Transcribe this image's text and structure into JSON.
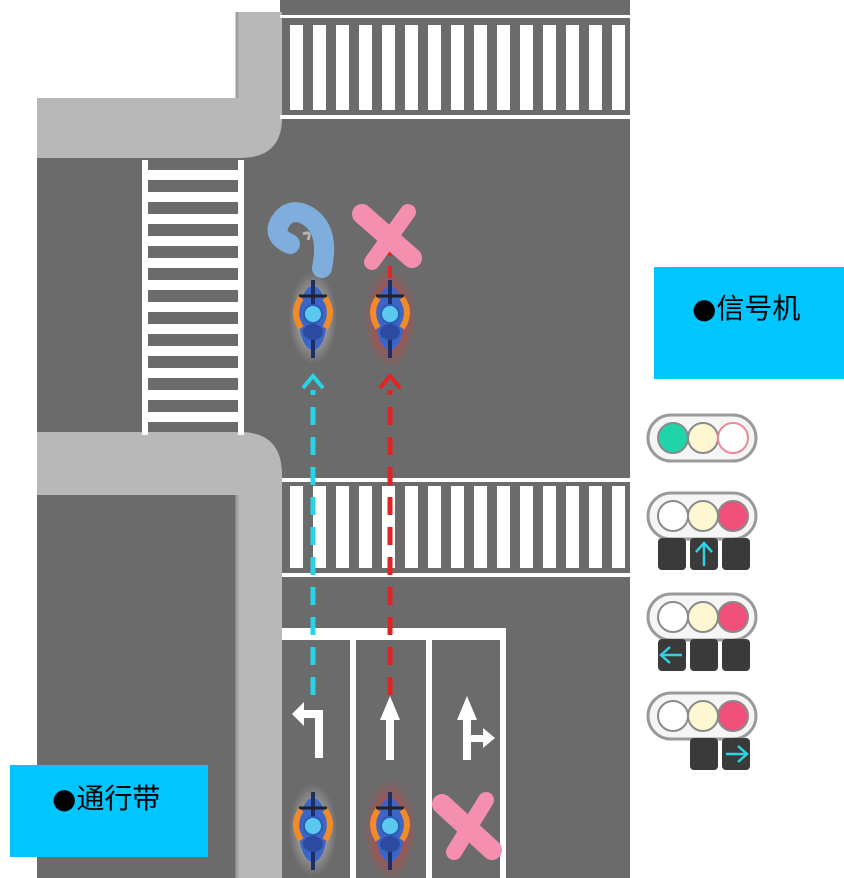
{
  "labels": {
    "signal": "●信号机",
    "band": "●通行带"
  },
  "colors": {
    "road": "#6b6b6b",
    "sidewalk": "#b8b8b8",
    "sidewalk_edge": "#9a9a9a",
    "marking": "#ffffff",
    "label_bg": "#00c6ff",
    "path_allowed": "#27d3e6",
    "path_forbidden": "#e02424",
    "turn_ok": "#7faedd",
    "no_go": "#f58fb0",
    "light_green": "#1fd4a8",
    "light_yellow": "#fff7d2",
    "light_red": "#f0507a",
    "light_off": "#ffffff",
    "arrow_panel": "#3a3a3a",
    "arrow_lit": "#2fd3e0"
  },
  "icons": {
    "bicycle": "bicycle-icon",
    "turn_ok": "u-turn-arrow-icon",
    "no_go": "x-mark-icon",
    "lane_left": "left-turn-arrow-icon",
    "lane_straight": "straight-arrow-icon",
    "lane_straight_right": "straight-right-arrow-icon"
  },
  "signals": [
    {
      "lamps": [
        "green",
        "yellow-off",
        "red-off"
      ],
      "arrows": []
    },
    {
      "lamps": [
        "off",
        "yellow-off",
        "red"
      ],
      "arrows": [
        "none",
        "up",
        "none"
      ]
    },
    {
      "lamps": [
        "off",
        "yellow-off",
        "red"
      ],
      "arrows": [
        "left",
        "none",
        "none"
      ]
    },
    {
      "lamps": [
        "off",
        "yellow-off",
        "red"
      ],
      "arrows": [
        "right"
      ]
    }
  ]
}
